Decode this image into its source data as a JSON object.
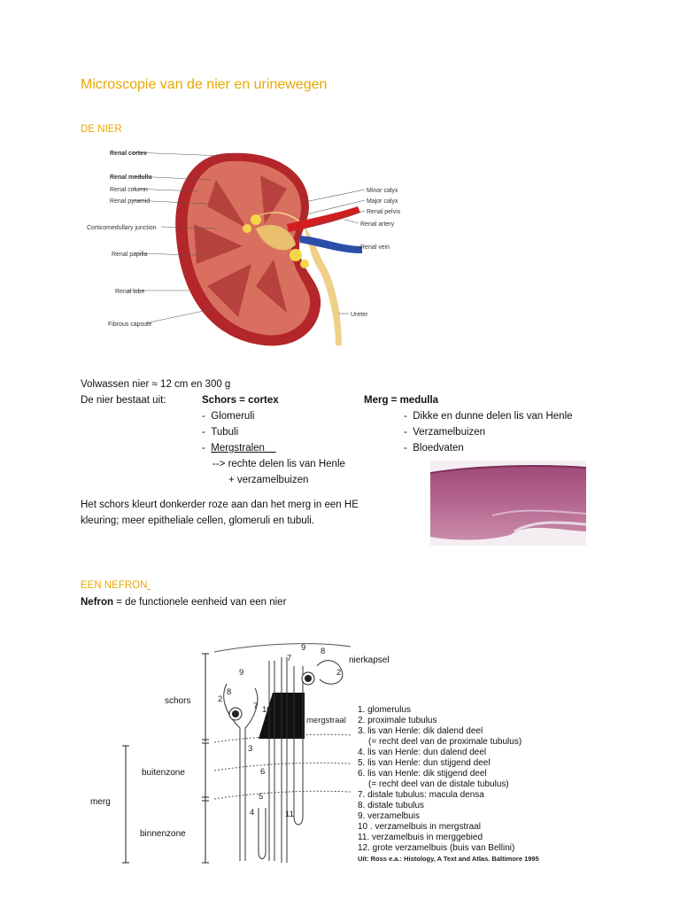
{
  "title": "Microscopie van de nier en urinewegen",
  "section1": "DE NIER",
  "kidney_labels": {
    "renal_cortex": "Renal cortex",
    "renal_medulla": "Renal medulla",
    "renal_column": "Renal column",
    "renal_pyramid": "Renal pyramid",
    "corticomedullary_junction": "Corticomedullary junction",
    "renal_papilla": "Renal papilla",
    "renal_lobe": "Renal lobe",
    "fibrous_capsule": "Fibrous capsule",
    "minor_calyx": "Minor calyx",
    "major_calyx": "Major calyx",
    "renal_pelvis": "Renal pelvis",
    "renal_artery": "Renal artery",
    "renal_vein": "Renal vein",
    "ureter": "Ureter"
  },
  "text": {
    "size": "Volwassen nier ≈ 12 cm en 300 g",
    "consists": "De nier bestaat uit:",
    "cortex_head": "Schors = cortex",
    "medulla_head": "Merg = medulla",
    "cortex_items": [
      "Glomeruli",
      "Tubuli",
      "Mergstralen"
    ],
    "cortex_sub1": "--> rechte delen lis van Henle",
    "cortex_sub2": "+ verzamelbuizen",
    "medulla_items": [
      "Dikke en dunne delen lis van Henle",
      "Verzamelbuizen",
      "Bloedvaten"
    ],
    "he_line1": "Het schors kleurt donkerder roze aan dan het merg in een HE",
    "he_line2": "kleuring; meer epitheliale cellen, glomeruli en tubuli."
  },
  "section2": "EEN NEFRON",
  "nefron_bold": "Nefron",
  "nefron_rest": " = de functionele eenheid van een nier",
  "nephron_diagram": {
    "zones": {
      "schors": "schors",
      "buitenzone": "buitenzone",
      "merg": "merg",
      "binnenzone": "binnenzone"
    },
    "nierkapsel": "nierkapsel",
    "mergstraal": "mergstraal",
    "numbers": [
      "9",
      "8",
      "7",
      "2",
      "9",
      "2",
      "8",
      "7",
      "10",
      "3",
      "6",
      "5",
      "4",
      "11"
    ],
    "legend": [
      "1. glomerulus",
      "2. proximale tubulus",
      "3. lis van Henle: dik dalend deel",
      "(= recht deel van de proximale tubulus)",
      "4. lis van Henle: dun dalend deel",
      "5. lis van Henle: dun stijgend deel",
      "6. lis van Henle: dik stijgend deel",
      "(= recht deel van de distale tubulus)",
      "7. distale tubulus: macula densa",
      "8. distale tubulus",
      "9. verzamelbuis",
      "10 . verzamelbuis in mergstraal",
      "11. verzamelbuis in merggebied",
      "12. grote verzamelbuis (buis van Bellini)"
    ],
    "source": "Uit: Ross e.a.: Histology, A Text and Atlas. Baltimore 1995"
  }
}
